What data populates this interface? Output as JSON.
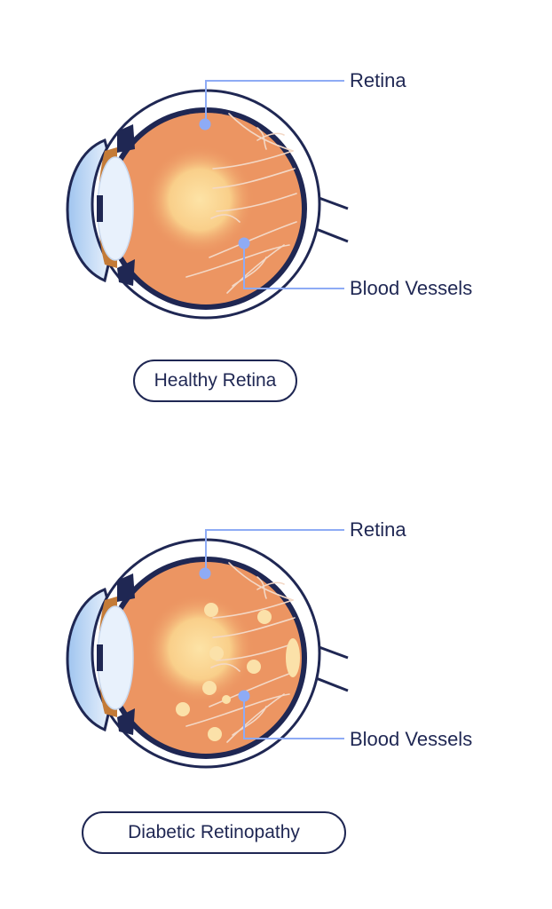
{
  "colors": {
    "outline": "#1f2753",
    "eyeball": "#ec9562",
    "macula": "#fbd894",
    "vessel": "#f3d8c6",
    "leader": "#8eabf5",
    "exudate": "#fbe1a9"
  },
  "figures": [
    {
      "labels": {
        "retina": "Retina",
        "vessels": "Blood Vessels"
      },
      "caption": "Healthy Retina",
      "exudate_count": 0
    },
    {
      "labels": {
        "retina": "Retina",
        "vessels": "Blood Vessels"
      },
      "caption": "Diabetic Retinopathy",
      "exudate_count": 9
    }
  ]
}
